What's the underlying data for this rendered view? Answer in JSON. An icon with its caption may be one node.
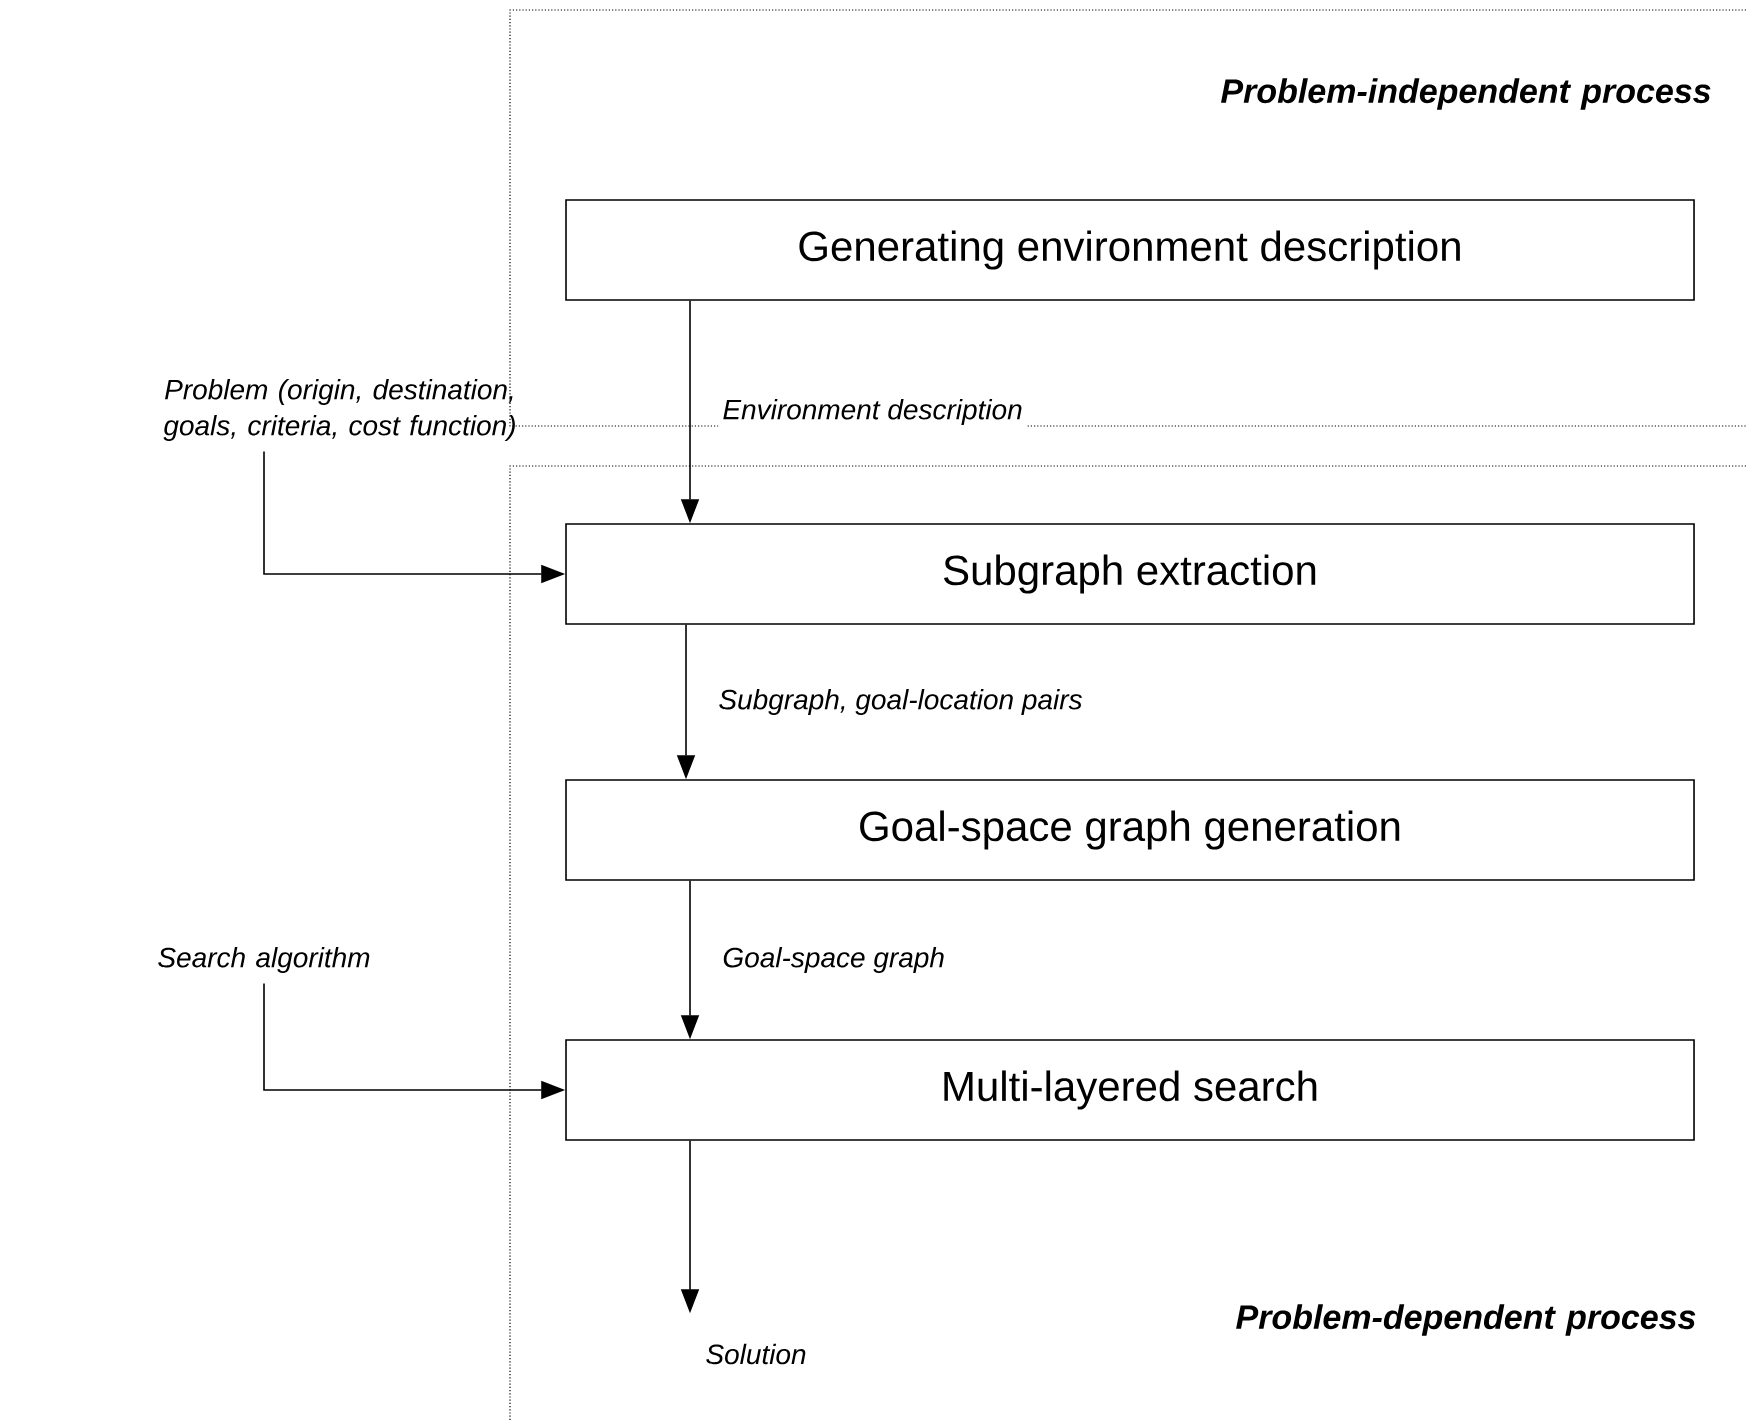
{
  "diagram": {
    "nodes": [
      {
        "text": [
          "Problem-independent process"
        ]
      },
      {
        "text": [
          "Generating environment description"
        ],
        "in": 0
      },
      {
        "text": [
          "Problem-dependent process"
        ]
      },
      {
        "text": [
          "Problem (origin, destination, goals, criteria, cost function)"
        ]
      },
      {
        "text": [
          "Subgraph extraction"
        ],
        "in": 2
      },
      {
        "text": [
          "Goal-space graph generation"
        ],
        "in": 2
      },
      {
        "text": [
          "Search algorithm"
        ]
      },
      {
        "text": [
          "Multi-layered search"
        ],
        "in": 2
      },
      {
        "text": [
          "Solution"
        ],
        "in": 2
      }
    ],
    "edges": [
      {
        "from": 1,
        "to": 4,
        "arrow": "to",
        "label": "Environment description"
      },
      {
        "from": 3,
        "to": 4,
        "arrow": "to"
      },
      {
        "from": 4,
        "to": 5,
        "arrow": "to",
        "label": "Subgraph, goal-location pairs"
      },
      {
        "from": 5,
        "to": 7,
        "arrow": "to",
        "label": "Goal-space graph"
      },
      {
        "from": 6,
        "to": 7,
        "arrow": "to"
      },
      {
        "from": 7,
        "to": 8,
        "arrow": "to"
      }
    ]
  }
}
